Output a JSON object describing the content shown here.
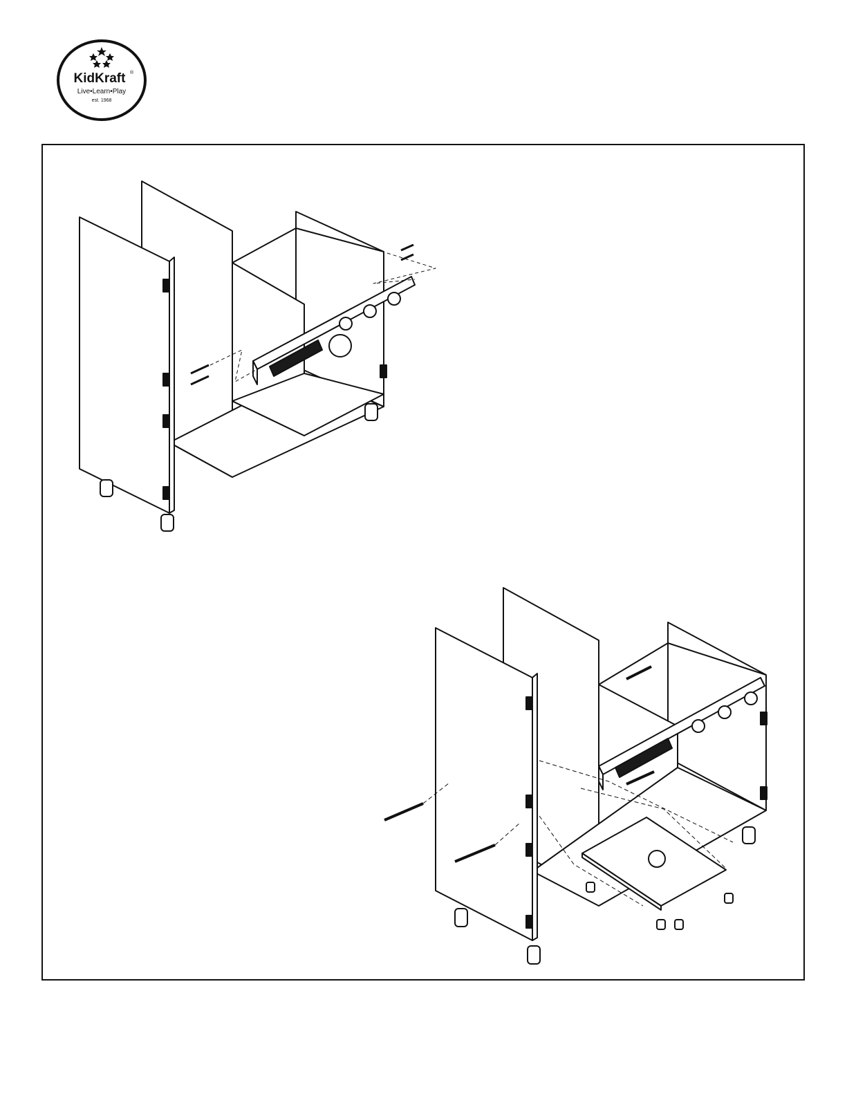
{
  "brand": {
    "name": "KidKraft",
    "registered": "®",
    "tagline": "Live•Learn•Play",
    "established": "est. 1968"
  },
  "colors": {
    "line": "#111111",
    "panel": "#ffffff",
    "vent": "#1a1a1a"
  },
  "steps": [
    {
      "icon": "cabinet-with-stove-rail-icon"
    },
    {
      "icon": "cabinet-with-shelf-and-feet-icon"
    }
  ]
}
